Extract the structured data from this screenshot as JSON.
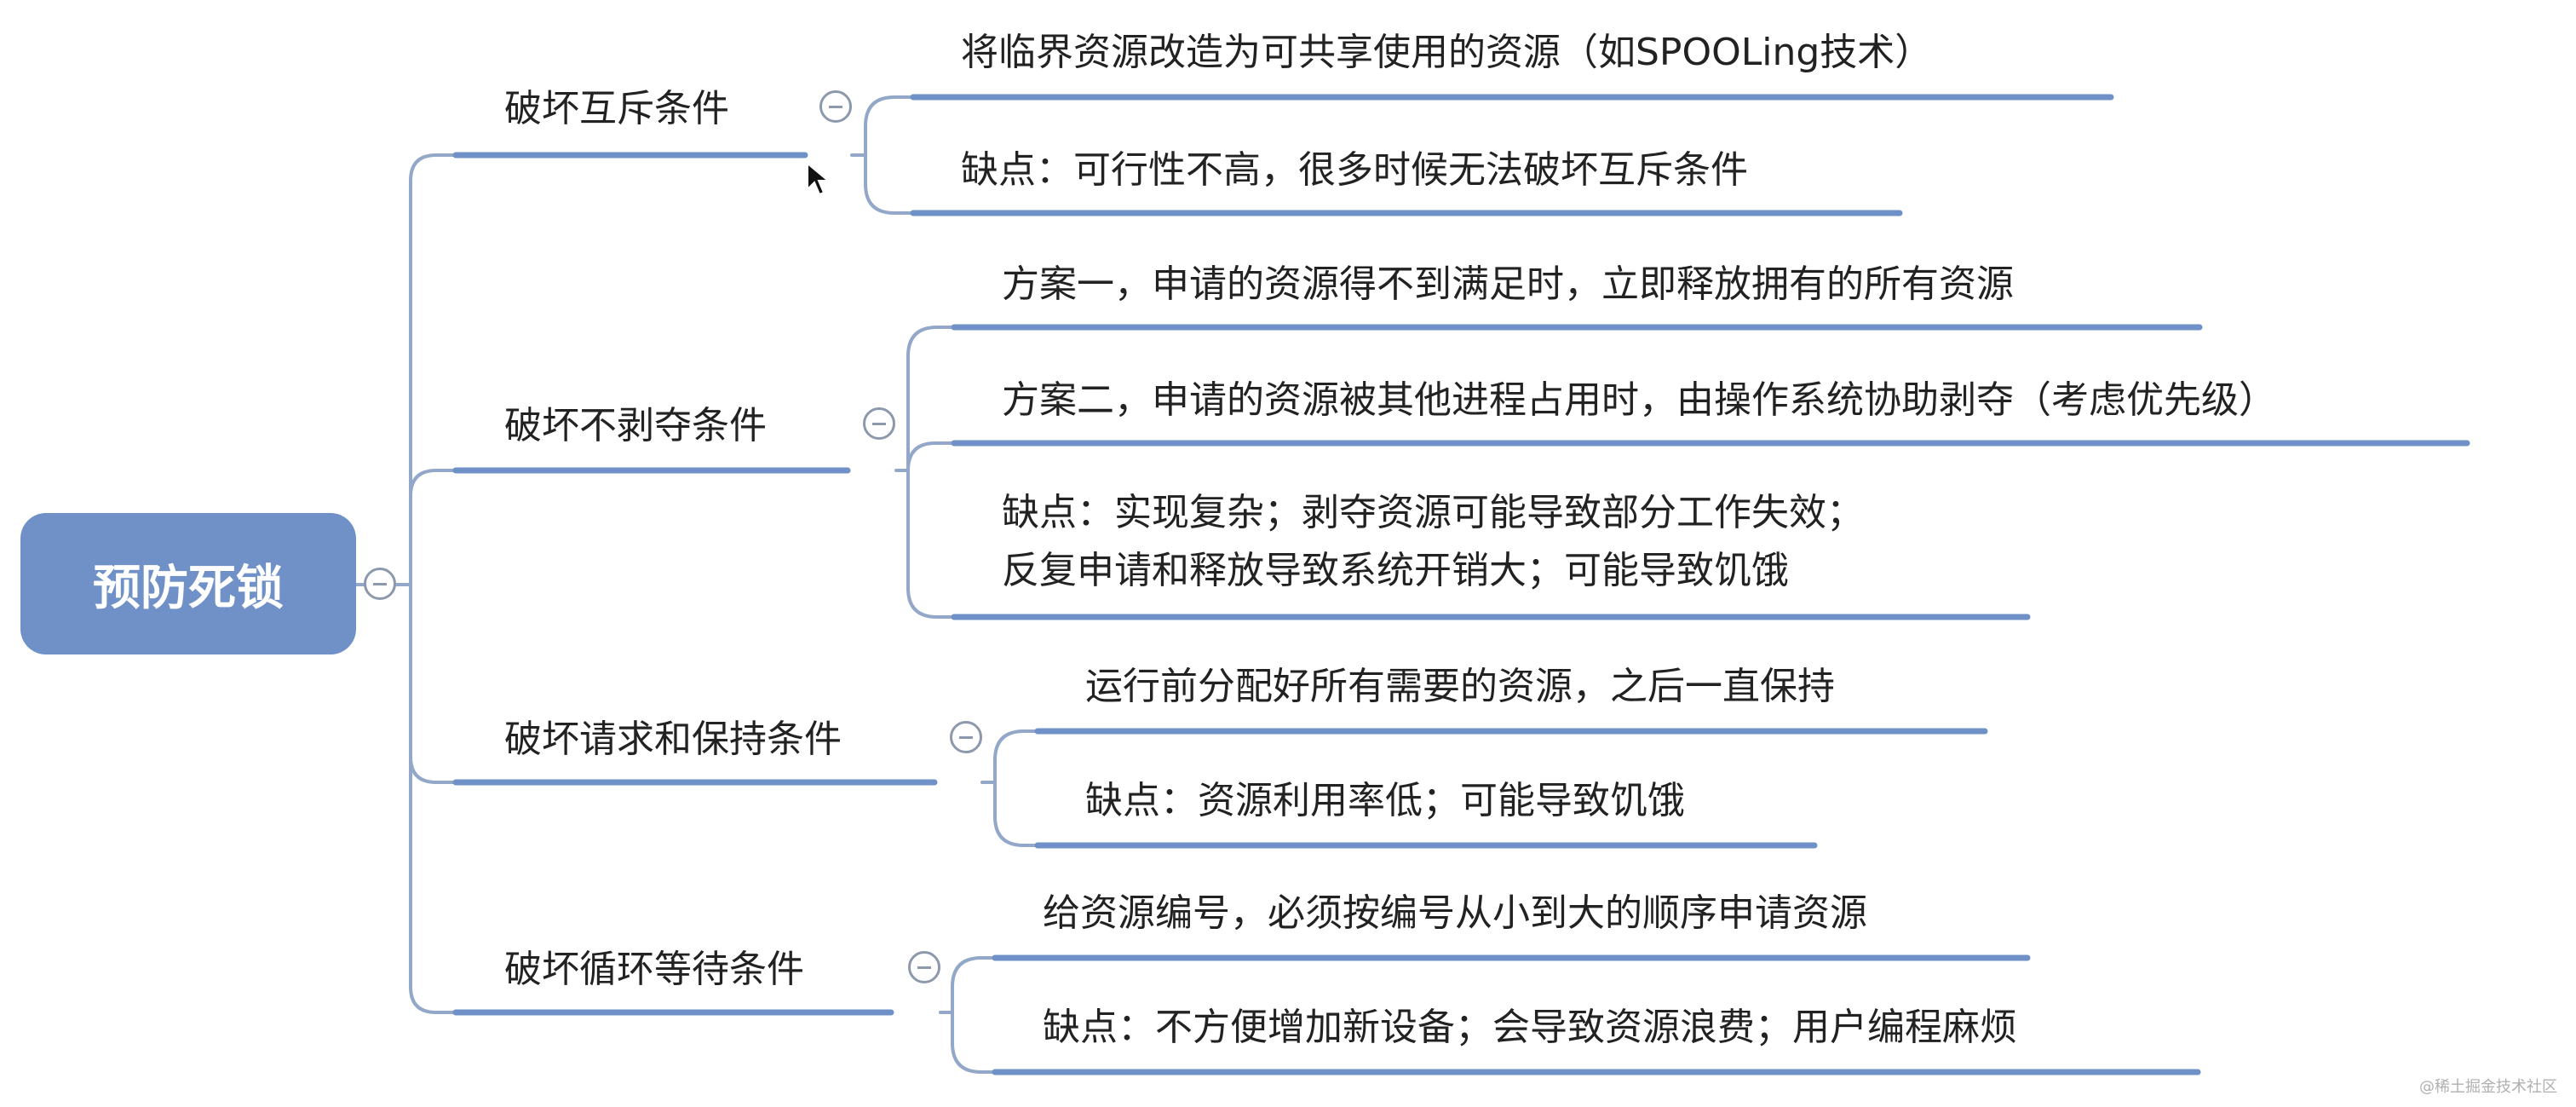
{
  "root": {
    "label": "预防死锁"
  },
  "branches": [
    {
      "label": "破坏互斥条件",
      "children": [
        {
          "lines": [
            "将临界资源改造为可共享使用的资源（如SPOOLing技术）"
          ]
        },
        {
          "lines": [
            "缺点：可行性不高，很多时候无法破坏互斥条件"
          ]
        }
      ]
    },
    {
      "label": "破坏不剥夺条件",
      "children": [
        {
          "lines": [
            "方案一，申请的资源得不到满足时，立即释放拥有的所有资源"
          ]
        },
        {
          "lines": [
            "方案二，申请的资源被其他进程占用时，由操作系统协助剥夺（考虑优先级）"
          ]
        },
        {
          "lines": [
            "缺点：实现复杂；剥夺资源可能导致部分工作失效；",
            "反复申请和释放导致系统开销大；可能导致饥饿"
          ]
        }
      ]
    },
    {
      "label": "破坏请求和保持条件",
      "children": [
        {
          "lines": [
            "运行前分配好所有需要的资源，之后一直保持"
          ]
        },
        {
          "lines": [
            "缺点：资源利用率低；可能导致饥饿"
          ]
        }
      ]
    },
    {
      "label": "破坏循环等待条件",
      "children": [
        {
          "lines": [
            "给资源编号，必须按编号从小到大的顺序申请资源"
          ]
        },
        {
          "lines": [
            "缺点：不方便增加新设备；会导致资源浪费；用户编程麻烦"
          ]
        }
      ]
    }
  ],
  "watermark": "@稀土掘金技术社区",
  "colors": {
    "root_fill": "#6f91c7",
    "underline": "#6f91c7",
    "connector": "#93a7c9",
    "text": "#222222"
  }
}
